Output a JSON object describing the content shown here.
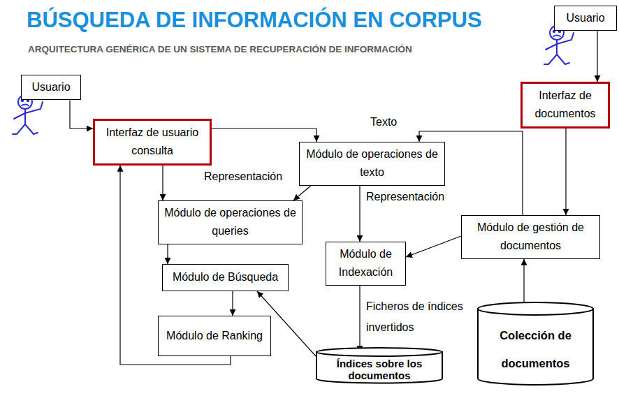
{
  "diagram": {
    "title": "BÚSQUEDA DE INFORMACIÓN EN CORPUS",
    "nodes": [
      {
        "text": [
          "Usuario"
        ]
      },
      {
        "text": [
          "Usuario"
        ]
      },
      {
        "text": [
          "Interfaz de documentos"
        ]
      },
      {
        "text": [
          "Interfaz de usuario consulta"
        ]
      },
      {
        "text": [
          "Módulo de operaciones de texto"
        ]
      },
      {
        "text": [
          "Módulo de operaciones de queries"
        ]
      },
      {
        "text": [
          "Módulo de gestión de documentos"
        ]
      },
      {
        "text": [
          "Módulo de Indexación"
        ]
      },
      {
        "text": [
          "Módulo de Búsqueda"
        ]
      },
      {
        "text": [
          "Módulo de Ranking"
        ]
      },
      {
        "text": [
          "Índices sobre los documentos"
        ]
      },
      {
        "text": [
          "Colección de documentos"
        ]
      }
    ],
    "edges": [
      {
        "from": 1,
        "to": 3,
        "arrow": "to"
      },
      {
        "from": 0,
        "to": 2,
        "arrow": "to"
      },
      {
        "from": 3,
        "to": 4,
        "arrow": "to"
      },
      {
        "from": 3,
        "to": 5,
        "arrow": "to"
      },
      {
        "from": 4,
        "to": 5,
        "label": "Representación",
        "arrow": "to"
      },
      {
        "from": 4,
        "to": 7,
        "label": "Representación",
        "arrow": "to"
      },
      {
        "from": 6,
        "to": 4,
        "label": "Texto",
        "arrow": "to"
      },
      {
        "from": 6,
        "to": 7,
        "arrow": "to"
      },
      {
        "from": 2,
        "to": 6,
        "arrow": "to"
      },
      {
        "from": 6,
        "to": 11,
        "arrow": "both"
      },
      {
        "from": 7,
        "to": 10,
        "label": "Ficheros de índices invertidos",
        "arrow": "to"
      },
      {
        "from": 5,
        "to": 8,
        "arrow": "to"
      },
      {
        "from": 8,
        "to": 9,
        "arrow": "to"
      },
      {
        "from": 10,
        "to": 8,
        "arrow": "to"
      },
      {
        "from": 9,
        "to": 3,
        "arrow": "to"
      }
    ],
    "labels": [
      "ARQUITECTURA GENÉRICA DE UN SISTEMA DE RECUPERACIÓN DE INFORMACIÓN"
    ]
  }
}
